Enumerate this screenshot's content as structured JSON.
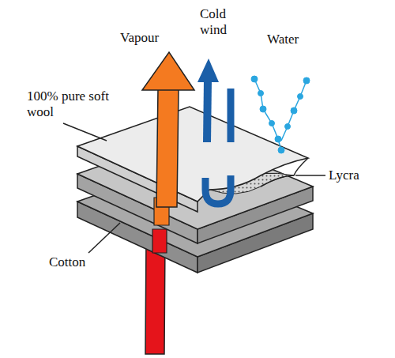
{
  "diagram": {
    "labels": [
      "Vapour",
      "Cold wind",
      "Water",
      "100% pure soft wool",
      "Lycra",
      "Cotton"
    ]
  }
}
